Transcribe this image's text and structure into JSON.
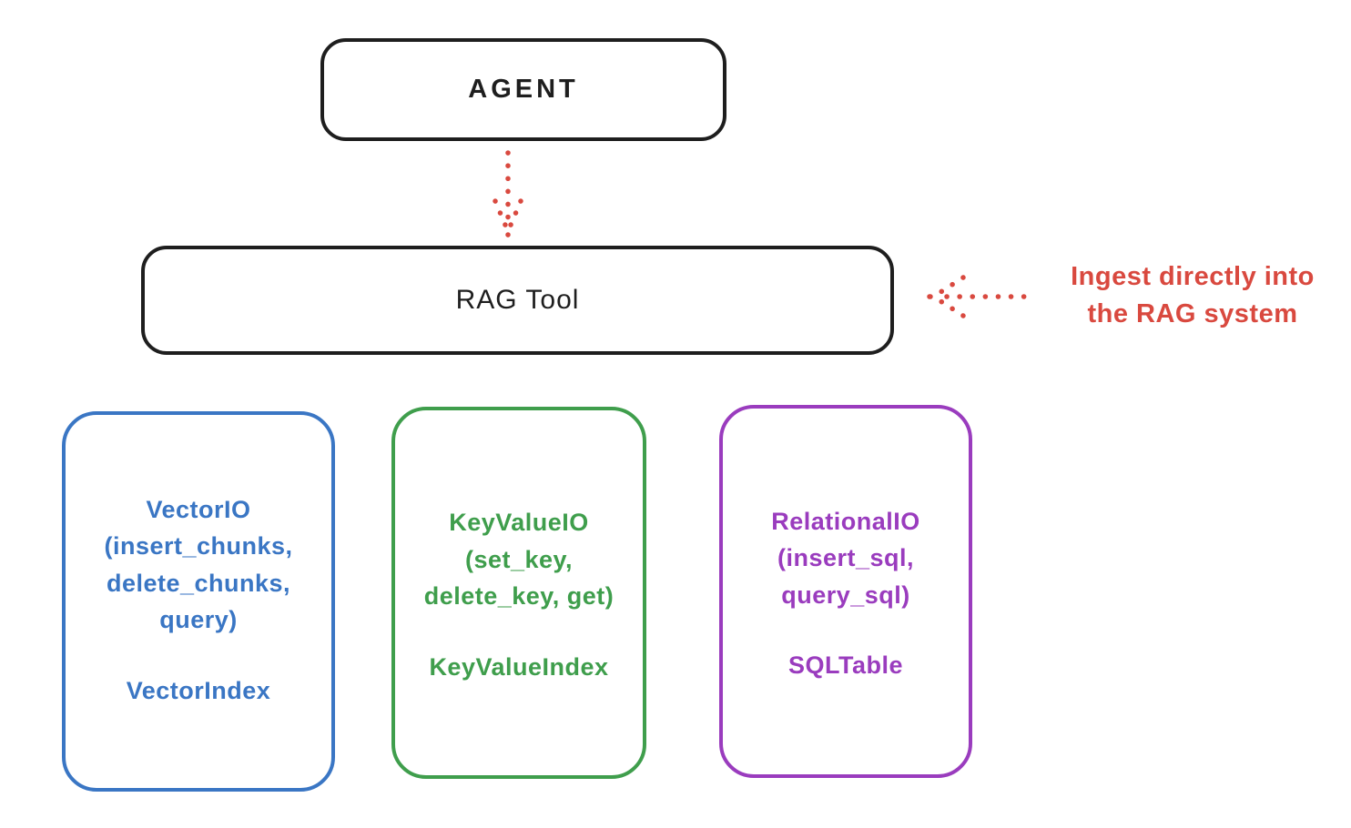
{
  "diagram": {
    "agent": {
      "label": "AGENT"
    },
    "rag_tool": {
      "label": "RAG Tool"
    },
    "annotation": {
      "text": "Ingest directly into\nthe RAG system",
      "color": "#d9493f"
    },
    "arrows": [
      {
        "name": "agent-to-rag-tool",
        "style": "dotted",
        "direction": "down",
        "color": "#d9493f"
      },
      {
        "name": "annotation-to-rag-tool",
        "style": "dotted",
        "direction": "left",
        "color": "#d9493f"
      }
    ],
    "backends": [
      {
        "methods": "VectorIO\n(insert_chunks,\ndelete_chunks,\nquery)",
        "index_label": "VectorIndex",
        "color": "#3a76c4"
      },
      {
        "methods": "KeyValueIO\n(set_key,\ndelete_key, get)",
        "index_label": "KeyValueIndex",
        "color": "#3f9e4c"
      },
      {
        "methods": "RelationalIO\n(insert_sql,\nquery_sql)",
        "index_label": "SQLTable",
        "color": "#9a3cbe"
      }
    ],
    "colors": {
      "node_stroke": "#1e1e1e",
      "background": "#ffffff"
    }
  }
}
